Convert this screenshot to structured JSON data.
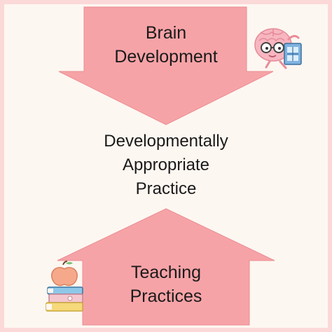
{
  "diagram": {
    "top_arrow": {
      "line1": "Brain",
      "line2": "Development"
    },
    "center": {
      "line1": "Developmentally",
      "line2": "Appropriate",
      "line3": "Practice"
    },
    "bottom_arrow": {
      "line1": "Teaching",
      "line2": "Practices"
    }
  },
  "colors": {
    "background": "#fdf7f1",
    "border": "#fcd9d9",
    "arrow_fill": "#f6a3a7"
  },
  "icons": {
    "top_right": "brain-mascot-icon",
    "bottom_left": "books-apple-icon"
  }
}
